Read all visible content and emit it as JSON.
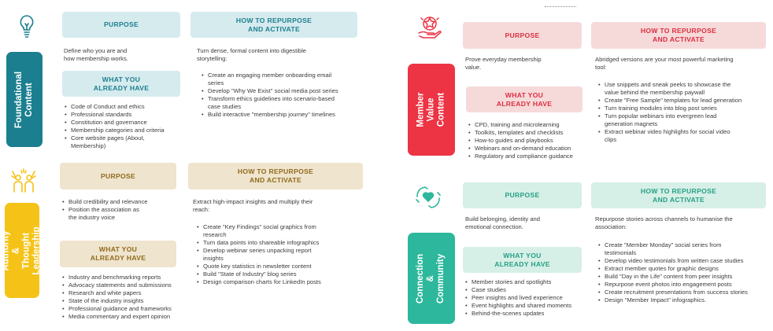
{
  "colors": {
    "teal_dark": "#1b7f8f",
    "teal_light": "#d6ebee",
    "teal_text": "#1b7f8f",
    "yellow": "#f5c318",
    "beige": "#efe4cd",
    "brown_text": "#8f6a1c",
    "red": "#ec3444",
    "pink": "#f6dada",
    "red_text": "#dd2e40",
    "green": "#2db79c",
    "mint": "#d6efe7",
    "green_text": "#25a084"
  },
  "sections": {
    "foundational": {
      "icon": "lightbulb-icon",
      "side_label": "Foundational\nContent",
      "purpose_label": "PURPOSE",
      "purpose_text": "Define who you are and\nhow membership works.",
      "have_label": "WHAT YOU\nALREADY HAVE",
      "have_items": [
        "Code of Conduct and ethics",
        "Professional standards",
        "Constitution and governance",
        "Membership categories and criteria",
        "Core website pages (About,\nMembership)"
      ],
      "repurpose_label": "HOW TO REPURPOSE\nAND ACTIVATE",
      "repurpose_intro": "Turn dense, formal content into digestible\nstorytelling:",
      "repurpose_items": [
        "Create an engaging member onboarding email\nseries",
        "Develop \"Why We Exist\" social media post series",
        "Transform ethics guidelines into scenario-based\ncase studies",
        "Build interactive \"membership journey\" timelines"
      ]
    },
    "authority": {
      "icon": "people-celebrating-icon",
      "side_label": "Authority &\nThought\nLeadership",
      "purpose_label": "PURPOSE",
      "purpose_items": [
        "Build credibility and relevance",
        "Position the association as\nthe industry voice"
      ],
      "have_label": "WHAT YOU\nALREADY HAVE",
      "have_items": [
        "Industry and benchmarking reports",
        "Advocacy statements and submissions",
        "Research and white papers",
        "State of the industry insights",
        "Professional guidance and frameworks",
        "Media commentary and expert opinion"
      ],
      "repurpose_label": "HOW TO REPURPOSE\nAND ACTIVATE",
      "repurpose_intro": "Extract high-impact insights and multiply their\nreach:",
      "repurpose_items": [
        "Create \"Key Findings\" social graphics from\nresearch",
        "Turn data points into shareable infographics",
        "Develop webinar series unpacking report\ninsights",
        "Quote key statistics in newsletter content",
        "Build \"State of Industry\" blog series",
        "Design comparison charts for LinkedIn posts"
      ]
    },
    "member_value": {
      "icon": "hand-star-icon",
      "side_label": "Member Value\nContent",
      "purpose_label": "PURPOSE",
      "purpose_text": "Prove everyday membership\nvalue.",
      "have_label": "WHAT YOU\nALREADY HAVE",
      "have_items": [
        "CPD, training and microlearning",
        "Toolkits, templates and checklists",
        "How-to guides and playbooks",
        "Webinars and on-demand education",
        "Regulatory and compliance guidance"
      ],
      "repurpose_label": "HOW TO REPURPOSE\nAND ACTIVATE",
      "repurpose_intro": "Abridged versions are your most powerful marketing\ntool:",
      "repurpose_items": [
        "Use snippets and sneak peeks to showcase the\nvalue behind the membership paywall",
        "Create \"Free Sample\" templates for lead generation",
        "Turn training modules into blog post series",
        "Turn popular webinars into evergreen lead\ngeneration magnets",
        "Extract webinar video highlights for social video\nclips"
      ]
    },
    "connection": {
      "icon": "heart-hands-icon",
      "side_label": "Connection &\nCommunity",
      "purpose_label": "PURPOSE",
      "purpose_text": "Build belonging, identity and\nemotional connection.",
      "have_label": "WHAT YOU\nALREADY HAVE",
      "have_items": [
        "Member stories and spotlights",
        "Case studies",
        "Peer insights and lived experience",
        "Event highlights and shared moments",
        "Behind-the-scenes updates"
      ],
      "repurpose_label": "HOW TO REPURPOSE\nAND ACTIVATE",
      "repurpose_intro": "Repurpose stories across channels to humanise the\nassociation:",
      "repurpose_items": [
        "Create \"Member Monday\" social series from\ntestimonials",
        "Develop video testimonials from written case studies",
        "Extract member quotes for graphic designs",
        "Build \"Day in the Life\" content from peer insights",
        "Repurpose event photos into engagement posts",
        "Create recruitment presentations from success stories",
        "Design \"Member Impact\" infographics."
      ]
    }
  }
}
